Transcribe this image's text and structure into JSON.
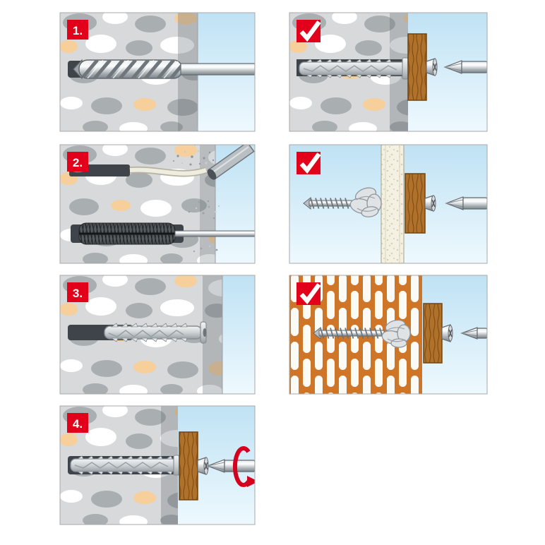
{
  "steps": [
    {
      "label": "1.",
      "name": "drill-the-hole"
    },
    {
      "label": "2.",
      "name": "clean-the-hole"
    },
    {
      "label": "3.",
      "name": "insert-wall-plug"
    },
    {
      "label": "4.",
      "name": "drive-the-screw"
    }
  ],
  "results": [
    {
      "name": "solid-wall-fixing",
      "badge": "checkmark"
    },
    {
      "name": "cavity-board-fixing",
      "badge": "checkmark"
    },
    {
      "name": "perforated-brick-fixing",
      "badge": "checkmark"
    }
  ],
  "colors": {
    "badge_red": "#e2001a",
    "sky_top": "#bfe2f4",
    "sky_bottom": "#eef9fe",
    "mortar_gray": "#d8d9da",
    "stone_gray": "#a9aeb1",
    "stone_tan": "#f6cf9b",
    "wood_brown": "#b0712a",
    "brick_orange": "#cf7527",
    "metal_gray": "#b9bfc3",
    "rotation_arrow_red": "#d5001e"
  }
}
